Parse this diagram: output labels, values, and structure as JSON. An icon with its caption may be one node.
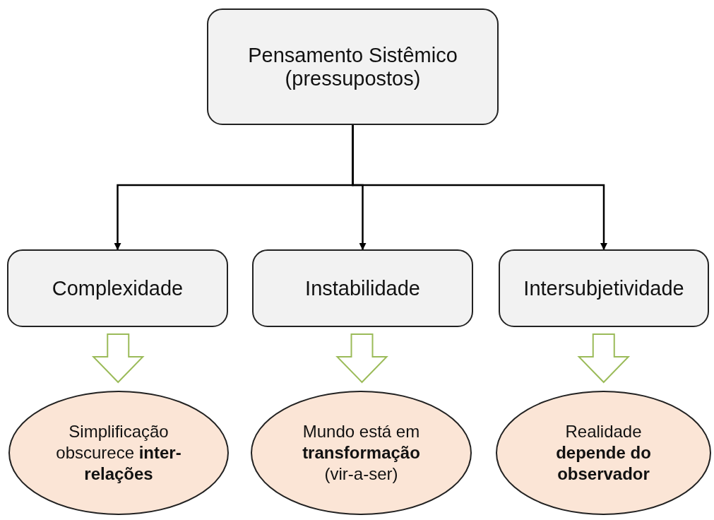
{
  "diagram": {
    "nodes": [
      {
        "text": [
          "Pensamento Sistêmico (pressupostos)"
        ]
      },
      {
        "text": [
          "Complexidade"
        ]
      },
      {
        "text": [
          "Instabilidade"
        ]
      },
      {
        "text": [
          "Intersubjetividade"
        ]
      },
      {
        "text": [
          "Simplificação obscurece **inter-relações**"
        ]
      },
      {
        "text": [
          "Mundo está em **transformação** (vir-a-ser)"
        ]
      },
      {
        "text": [
          "Realidade **depende do observador**"
        ]
      }
    ],
    "edges": [
      {
        "from": 0,
        "to": 1,
        "arrow": "to"
      },
      {
        "from": 0,
        "to": 2,
        "arrow": "to"
      },
      {
        "from": 0,
        "to": 3,
        "arrow": "to"
      },
      {
        "from": 1,
        "to": 4,
        "arrow": "to",
        "style": "thick",
        "color": "#9bbb59"
      },
      {
        "from": 2,
        "to": 5,
        "arrow": "to",
        "style": "thick",
        "color": "#9bbb59"
      },
      {
        "from": 3,
        "to": 6,
        "arrow": "to",
        "style": "thick",
        "color": "#9bbb59"
      }
    ]
  }
}
